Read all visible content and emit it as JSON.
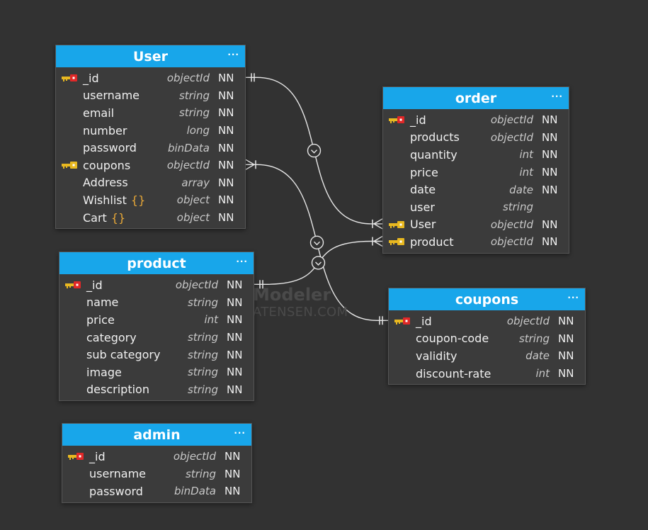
{
  "tables": [
    {
      "name": "User",
      "menu": "···",
      "columns": [
        {
          "name": "_id",
          "type": "objectId",
          "nn": "NN",
          "key": "primary"
        },
        {
          "name": "username",
          "type": "string",
          "nn": "NN",
          "key": ""
        },
        {
          "name": "email",
          "type": "string",
          "nn": "NN",
          "key": ""
        },
        {
          "name": "number",
          "type": "long",
          "nn": "NN",
          "key": ""
        },
        {
          "name": "password",
          "type": "binData",
          "nn": "NN",
          "key": ""
        },
        {
          "name": "coupons",
          "type": "objectId",
          "nn": "NN",
          "key": "foreign"
        },
        {
          "name": "Address",
          "type": "array",
          "nn": "NN",
          "key": ""
        },
        {
          "name": "Wishlist",
          "type": "object",
          "nn": "NN",
          "key": "",
          "braces": "{}"
        },
        {
          "name": "Cart",
          "type": "object",
          "nn": "NN",
          "key": "",
          "braces": "{}"
        }
      ]
    },
    {
      "name": "order",
      "menu": "···",
      "columns": [
        {
          "name": "_id",
          "type": "objectId",
          "nn": "NN",
          "key": "primary"
        },
        {
          "name": "products",
          "type": "objectId",
          "nn": "NN",
          "key": ""
        },
        {
          "name": "quantity",
          "type": "int",
          "nn": "NN",
          "key": ""
        },
        {
          "name": "price",
          "type": "int",
          "nn": "NN",
          "key": ""
        },
        {
          "name": "date",
          "type": "date",
          "nn": "NN",
          "key": ""
        },
        {
          "name": "user",
          "type": "string",
          "nn": "",
          "key": ""
        },
        {
          "name": "User",
          "type": "objectId",
          "nn": "NN",
          "key": "foreign"
        },
        {
          "name": "product",
          "type": "objectId",
          "nn": "NN",
          "key": "foreign"
        }
      ]
    },
    {
      "name": "product",
      "menu": "···",
      "columns": [
        {
          "name": "_id",
          "type": "objectId",
          "nn": "NN",
          "key": "primary"
        },
        {
          "name": "name",
          "type": "string",
          "nn": "NN",
          "key": ""
        },
        {
          "name": "price",
          "type": "int",
          "nn": "NN",
          "key": ""
        },
        {
          "name": "category",
          "type": "string",
          "nn": "NN",
          "key": ""
        },
        {
          "name": "sub category",
          "type": "string",
          "nn": "NN",
          "key": ""
        },
        {
          "name": "image",
          "type": "string",
          "nn": "NN",
          "key": ""
        },
        {
          "name": "description",
          "type": "string",
          "nn": "NN",
          "key": ""
        }
      ]
    },
    {
      "name": "coupons",
      "menu": "···",
      "columns": [
        {
          "name": "_id",
          "type": "objectId",
          "nn": "NN",
          "key": "primary"
        },
        {
          "name": "coupon-code",
          "type": "string",
          "nn": "NN",
          "key": ""
        },
        {
          "name": "validity",
          "type": "date",
          "nn": "NN",
          "key": ""
        },
        {
          "name": "discount-rate",
          "type": "int",
          "nn": "NN",
          "key": ""
        }
      ]
    },
    {
      "name": "admin",
      "menu": "···",
      "columns": [
        {
          "name": "_id",
          "type": "objectId",
          "nn": "NN",
          "key": "primary"
        },
        {
          "name": "username",
          "type": "string",
          "nn": "NN",
          "key": ""
        },
        {
          "name": "password",
          "type": "binData",
          "nn": "NN",
          "key": ""
        }
      ]
    }
  ],
  "relationships": [
    {
      "from": "User._id",
      "to": "order.User",
      "from_end": "one",
      "to_end": "many",
      "optional": true
    },
    {
      "from": "User.coupons",
      "to": "coupons._id",
      "from_end": "many",
      "to_end": "one",
      "optional": true
    },
    {
      "from": "product._id",
      "to": "order.product",
      "from_end": "one",
      "to_end": "many",
      "optional": true
    }
  ],
  "watermark": {
    "line1": "Modeler",
    "line2": "ATENSEN.COM"
  },
  "colors": {
    "background": "#323232",
    "table_header": "#18a6ea",
    "table_body": "#3b3b3b",
    "primary_key_icon": "#e02828",
    "foreign_key_icon": "#e8b820",
    "object_braces": "#e8a838",
    "wire": "#e6e6e6"
  }
}
